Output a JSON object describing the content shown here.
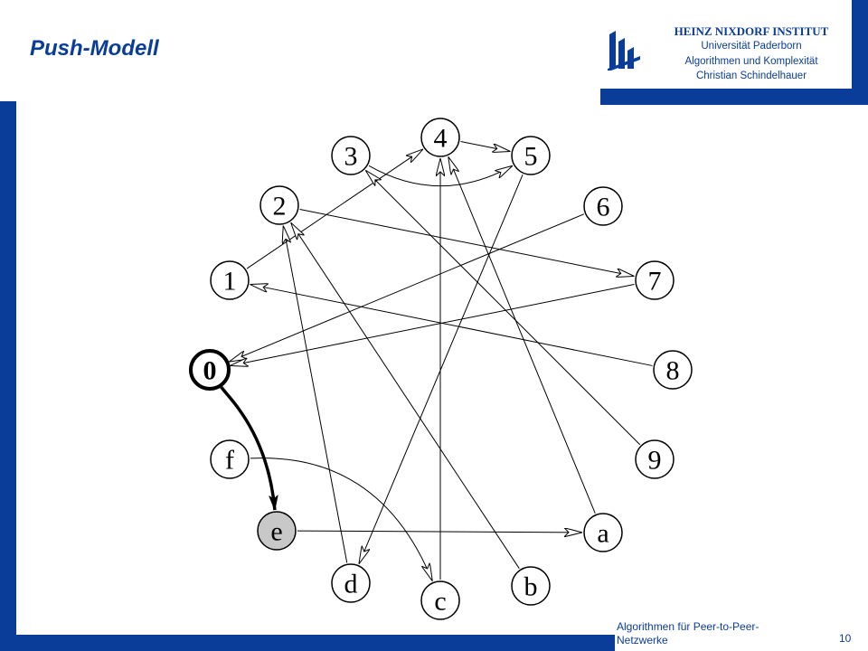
{
  "slide": {
    "title": "Push-Modell"
  },
  "header": {
    "institute": "HEINZ NIXDORF INSTITUT",
    "university": "Universität Paderborn",
    "department": "Algorithmen und Komplexität",
    "author": "Christian Schindelhauer"
  },
  "footer": {
    "course": "Algorithmen für Peer-to-Peer-Netzwerke",
    "page": "10"
  },
  "colors": {
    "brand_blue": "#0a3d99",
    "highlight_fill": "#c8c8c8"
  },
  "graph": {
    "nodes": [
      {
        "id": "0",
        "label": "0",
        "highlighted": "source"
      },
      {
        "id": "1",
        "label": "1"
      },
      {
        "id": "2",
        "label": "2"
      },
      {
        "id": "3",
        "label": "3"
      },
      {
        "id": "4",
        "label": "4"
      },
      {
        "id": "5",
        "label": "5"
      },
      {
        "id": "6",
        "label": "6"
      },
      {
        "id": "7",
        "label": "7"
      },
      {
        "id": "8",
        "label": "8"
      },
      {
        "id": "9",
        "label": "9"
      },
      {
        "id": "a",
        "label": "a"
      },
      {
        "id": "b",
        "label": "b"
      },
      {
        "id": "c",
        "label": "c"
      },
      {
        "id": "d",
        "label": "d"
      },
      {
        "id": "e",
        "label": "e",
        "highlighted": "informed"
      },
      {
        "id": "f",
        "label": "f"
      }
    ],
    "edges": [
      {
        "from": "0",
        "to": "e",
        "highlighted": true
      },
      {
        "from": "1",
        "to": "4"
      },
      {
        "from": "2",
        "to": "7"
      },
      {
        "from": "3",
        "to": "5"
      },
      {
        "from": "4",
        "to": "5"
      },
      {
        "from": "5",
        "to": "d"
      },
      {
        "from": "6",
        "to": "0"
      },
      {
        "from": "7",
        "to": "0"
      },
      {
        "from": "8",
        "to": "1"
      },
      {
        "from": "9",
        "to": "3"
      },
      {
        "from": "a",
        "to": "4"
      },
      {
        "from": "b",
        "to": "2"
      },
      {
        "from": "c",
        "to": "4"
      },
      {
        "from": "d",
        "to": "2"
      },
      {
        "from": "e",
        "to": "a"
      },
      {
        "from": "f",
        "to": "c"
      }
    ]
  }
}
